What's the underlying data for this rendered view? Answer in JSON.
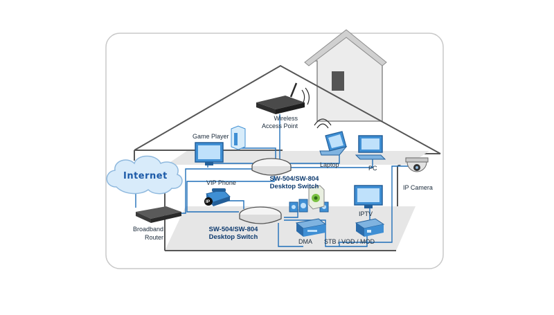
{
  "diagram": {
    "internet_label": "Internet",
    "broadband_router": [
      "Broadband",
      "Router"
    ],
    "wireless_ap": [
      "Wireless",
      "Access Point"
    ],
    "game_player": "Game Player",
    "laptop": "Laptop",
    "pc": "PC",
    "ip_camera": "IP Camera",
    "vip_phone": "VIP Phone",
    "phone_badge": "IP",
    "switch_top": [
      "SW-504/SW-804",
      "Desktop Switch"
    ],
    "switch_bottom": [
      "SW-504/SW-804",
      "Desktop Switch"
    ],
    "iptv": "IPTV",
    "dma": "DMA",
    "stb": "STB / VOD / MOD"
  },
  "colors": {
    "line": "#1f6fb8",
    "house_outline": "#555555",
    "floor": "#e6e6e6",
    "device_blue": "#3f8fd4",
    "cloud": "#d8ebfa"
  }
}
